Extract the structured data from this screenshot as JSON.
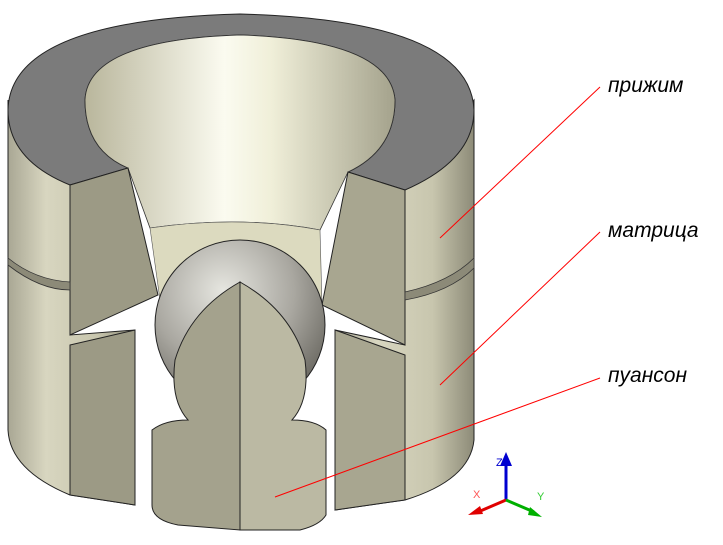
{
  "labels": {
    "clamp": "прижим",
    "die": "матрица",
    "punch": "пуансон"
  },
  "triad": {
    "x": "X",
    "y": "Y",
    "z": "Z"
  },
  "colors": {
    "leader": "#ff0000",
    "axis_x": "#e00000",
    "axis_y": "#00b000",
    "axis_z": "#0000d0",
    "top_face": "#7b7b7b",
    "body": "#c9c6ae"
  }
}
